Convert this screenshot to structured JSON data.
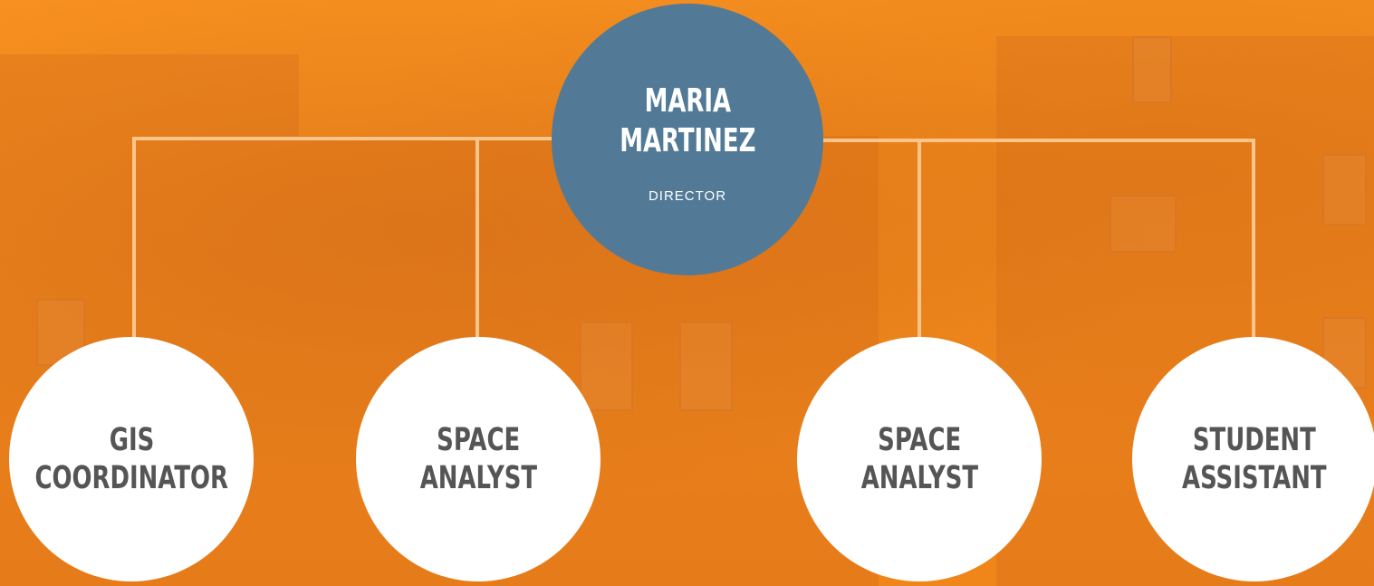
{
  "director": {
    "name_line1": "MARIA",
    "name_line2": "MARTINEZ",
    "title": "DIRECTOR"
  },
  "roles": [
    {
      "line1": "GIS",
      "line2": "COORDINATOR"
    },
    {
      "line1": "SPACE",
      "line2": "ANALYST"
    },
    {
      "line1": "SPACE",
      "line2": "ANALYST"
    },
    {
      "line1": "STUDENT",
      "line2": "ASSISTANT"
    }
  ],
  "colors": {
    "background": "#f58a1e",
    "director_circle": "#527a96",
    "role_circle": "#ffffff",
    "role_text": "#555555",
    "connector": "#fbc58a"
  }
}
